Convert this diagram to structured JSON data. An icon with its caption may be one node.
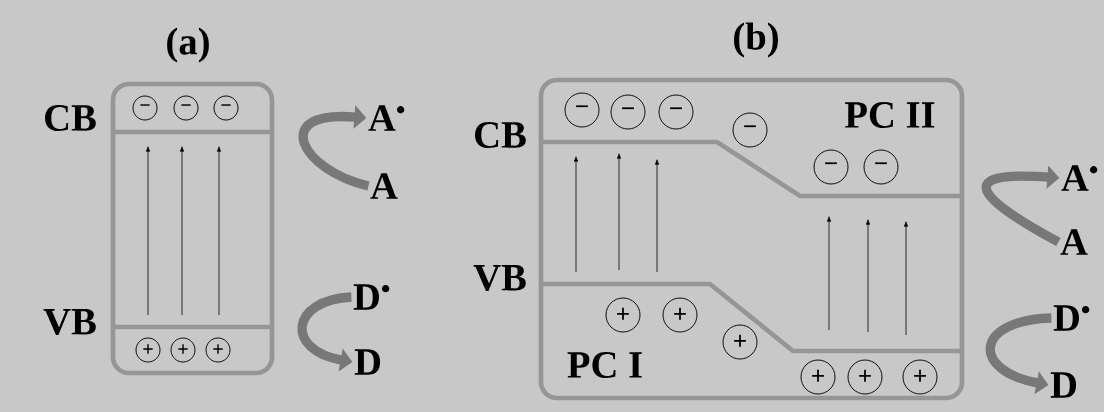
{
  "diagram": {
    "nodes": [
      {
        "text": [],
        "shape": "box"
      },
      {
        "text": [
          "−"
        ],
        "in": 0
      },
      {
        "text": [
          "−"
        ],
        "in": 0
      },
      {
        "text": [
          "−"
        ],
        "in": 0
      },
      {
        "text": [
          "+"
        ],
        "in": 0
      },
      {
        "text": [
          "+"
        ],
        "in": 0
      },
      {
        "text": [
          "+"
        ],
        "in": 0
      },
      {
        "text": [
          "A$^{•}$"
        ]
      },
      {
        "text": [
          "A"
        ]
      },
      {
        "text": [
          "D$^{•}$"
        ]
      },
      {
        "text": [
          "D"
        ]
      },
      {
        "text": [],
        "shape": "box"
      },
      {
        "text": [
          "−"
        ],
        "in": 11
      },
      {
        "text": [
          "−"
        ],
        "in": 11
      },
      {
        "text": [
          "−"
        ],
        "in": 11
      },
      {
        "text": [
          "−"
        ],
        "in": 11
      },
      {
        "text": [
          "−"
        ],
        "in": 11
      },
      {
        "text": [
          "−"
        ],
        "in": 11
      },
      {
        "text": [
          "+"
        ],
        "in": 11
      },
      {
        "text": [
          "+"
        ],
        "in": 11
      },
      {
        "text": [
          "+"
        ],
        "in": 11
      },
      {
        "text": [
          "+"
        ],
        "in": 11
      },
      {
        "text": [
          "+"
        ],
        "in": 11
      },
      {
        "text": [
          "+"
        ],
        "in": 11
      },
      {
        "text": [
          "A$^{•}$"
        ]
      },
      {
        "text": [
          "A"
        ]
      },
      {
        "text": [
          "D$^{•}$"
        ]
      },
      {
        "text": [
          "D"
        ]
      }
    ],
    "edges": [
      {
        "from": 8,
        "to": 7,
        "arrow": "to"
      },
      {
        "from": 9,
        "to": 10,
        "arrow": "to"
      },
      {
        "from": 25,
        "to": 24,
        "arrow": "to"
      },
      {
        "from": 26,
        "to": 27,
        "arrow": "to"
      }
    ],
    "labels": [
      "(a)",
      "CB",
      "VB",
      "(b)",
      "CB",
      "VB",
      "PC II",
      "PC I"
    ]
  }
}
